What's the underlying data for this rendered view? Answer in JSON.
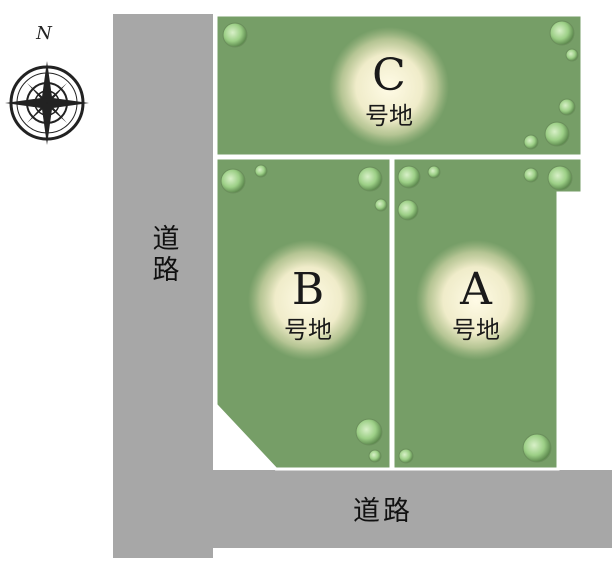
{
  "compass": {
    "north_label": "N",
    "icon": "compass-rose-icon"
  },
  "road_west": {
    "label": "道路"
  },
  "road_south": {
    "label": "道路"
  },
  "lots": [
    {
      "letter": "C",
      "suffix": "号地"
    },
    {
      "letter": "B",
      "suffix": "号地"
    },
    {
      "letter": "A",
      "suffix": "号地"
    }
  ],
  "colors": {
    "road": "#a7a7a7",
    "lot_fill": "#769e67",
    "lot_border": "#ffffff",
    "label_glow": "#fbf6d8",
    "tree": "#9ccf86"
  }
}
